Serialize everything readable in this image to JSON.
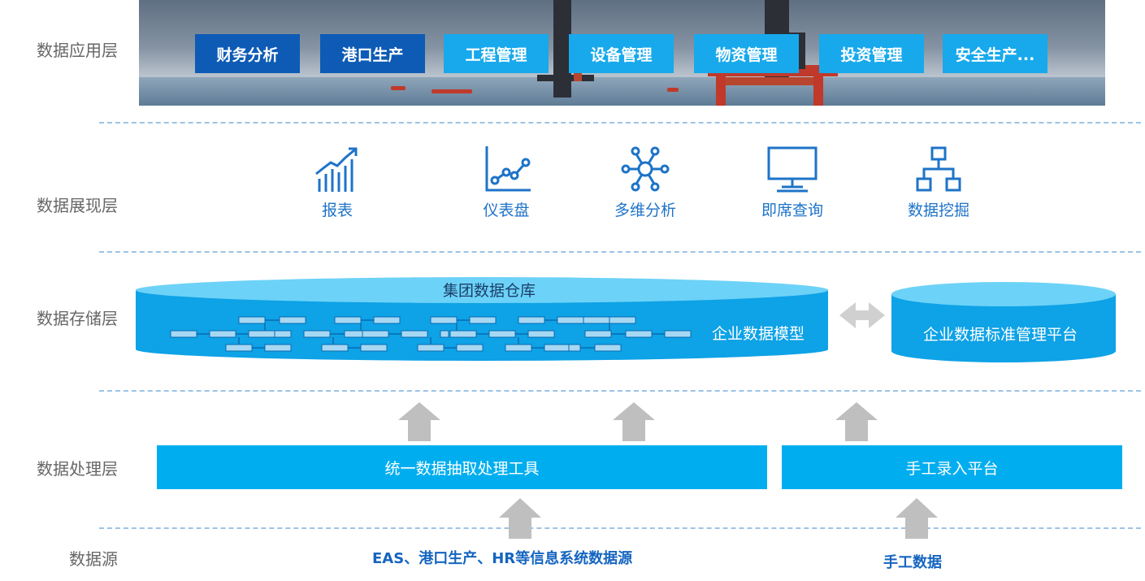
{
  "layers": {
    "application": "数据应用层",
    "presentation": "数据展现层",
    "storage": "数据存储层",
    "processing": "数据处理层",
    "source": "数据源"
  },
  "application": {
    "items": [
      "财务分析",
      "港口生产",
      "工程管理",
      "设备管理",
      "物资管理",
      "投资管理",
      "安全生产..."
    ]
  },
  "presentation": {
    "items": [
      "报表",
      "仪表盘",
      "多维分析",
      "即席查询",
      "数据挖掘"
    ]
  },
  "storage": {
    "warehouse_title": "集团数据仓库",
    "model_label": "企业数据模型",
    "standard_platform": "企业数据标准管理平台"
  },
  "processing": {
    "etl_tool": "统一数据抽取处理工具",
    "manual_platform": "手工录入平台"
  },
  "source": {
    "systems": "EAS、港口生产、HR等信息系统数据源",
    "manual": "手工数据"
  },
  "colors": {
    "dark_blue": "#0d5bb5",
    "light_blue": "#17a9ec",
    "cylinder_body": "#0ea2e6",
    "cylinder_top": "#6dd2f7",
    "bar_blue": "#00aef0",
    "arrow_gray": "#bfbfbf",
    "icon_blue": "#1e73c8"
  },
  "icons": [
    "bar-chart-trend-icon",
    "line-chart-icon",
    "network-hub-icon",
    "monitor-icon",
    "hierarchy-icon"
  ]
}
